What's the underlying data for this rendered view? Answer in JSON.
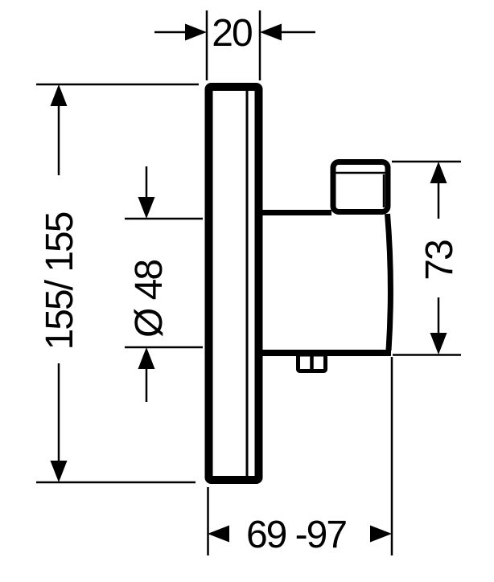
{
  "drawing": {
    "background_color": "#ffffff",
    "line_color": "#000000",
    "labels": {
      "width_top": "20",
      "height_left": "155/ 155",
      "diameter": "Ø 48",
      "height_right": "73",
      "depth_bottom": "69 -97"
    }
  }
}
